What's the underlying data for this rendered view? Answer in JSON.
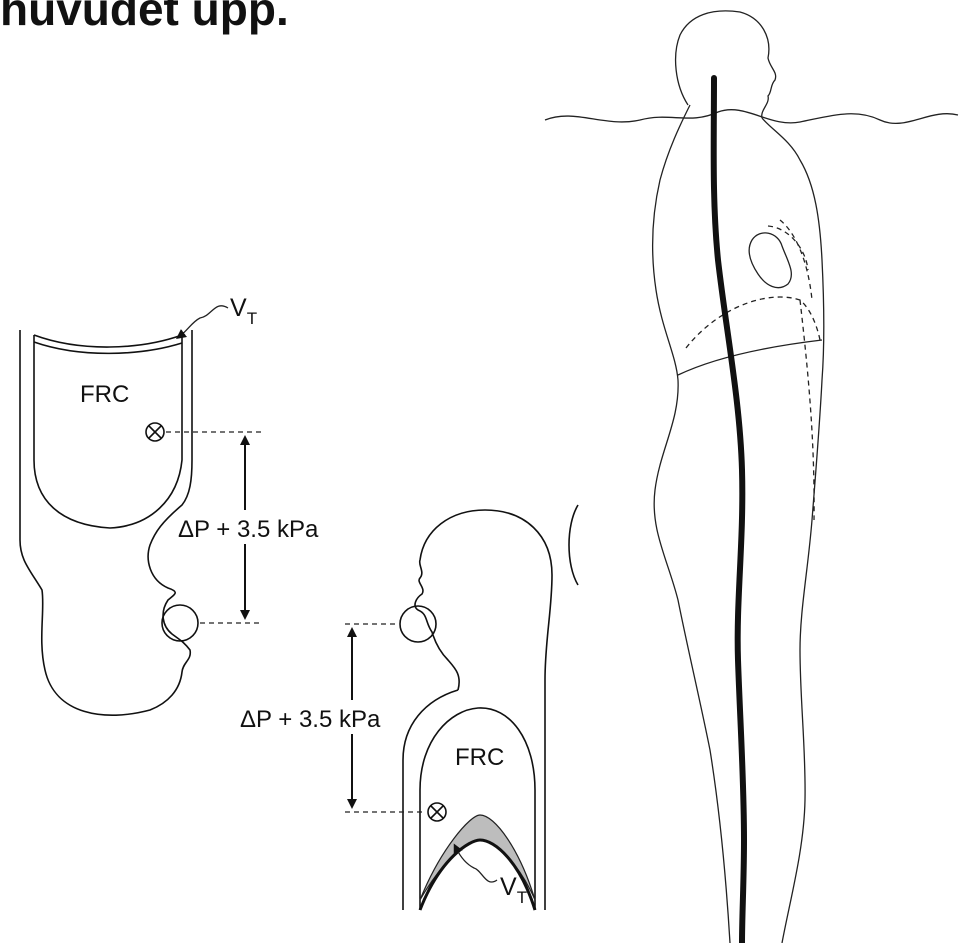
{
  "title": "huvudet upp.",
  "left_figure": {
    "region_label": "FRC",
    "pressure_label": "ΔP + 3.5 kPa",
    "tidal_volume_label": "V",
    "tidal_volume_subscript": "T"
  },
  "middle_figure": {
    "region_label": "FRC",
    "pressure_label": "ΔP + 3.5 kPa",
    "tidal_volume_label": "V",
    "tidal_volume_subscript": "T"
  },
  "colors": {
    "line": "#111111",
    "shaded_tidal_volume": "#bdbdbd",
    "background": "#ffffff"
  }
}
